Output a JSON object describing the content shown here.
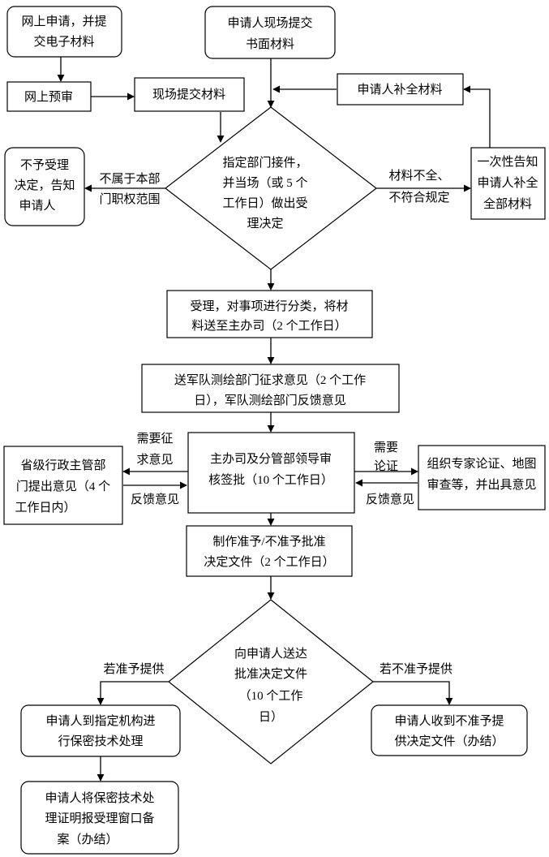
{
  "nodes": {
    "online_apply": [
      "网上申请，并提",
      "交电子材料"
    ],
    "onsite_written": [
      "申请人现场提交",
      "书面材料"
    ],
    "online_review": [
      "网上预审"
    ],
    "onsite_submit": [
      "现场提交材料"
    ],
    "supplement": [
      "申请人补全材料"
    ],
    "not_accepted": [
      "不予受理",
      "决定，告知",
      "申请人"
    ],
    "accept_decision": [
      "指定部门接件，",
      "并当场（或 5 个",
      "工作日）做出受",
      "理决定"
    ],
    "one_time_notice": [
      "一次性告知",
      "申请人补全",
      "全部材料"
    ],
    "classify": [
      "受理，对事项进行分类，将材",
      "料送至主办司（2 个工作日）"
    ],
    "military": [
      "送军队测绘部门征求意见（2 个工作",
      "日），军队测绘部门反馈意见"
    ],
    "approval": [
      "主办司及分管部领导审",
      "核签批（10 个工作日）"
    ],
    "province": [
      "省级行政主管部",
      "门提出意见（4 个",
      "工作日内）"
    ],
    "experts": [
      "组织专家论证、地图",
      "审查等，并出具意见"
    ],
    "decision_doc": [
      "制作准予/不准予批准",
      "决定文件（2 个工作日）"
    ],
    "deliver": [
      "向申请人送达",
      "批准决定文件",
      "（10 个工作",
      "日）"
    ],
    "security": [
      "申请人到指定机构进",
      "行保密技术处理"
    ],
    "refusal_received": [
      "申请人收到不准予提",
      "供决定文件（办结）"
    ],
    "record": [
      "申请人将保密技术处",
      "理证明报受理窗口备",
      "案（办结）"
    ]
  },
  "edge_labels": {
    "not_in_scope": [
      "不属于本部",
      "门职权范围"
    ],
    "incomplete": [
      "材料不全、",
      "不符合规定"
    ],
    "need_opinion": [
      "需要征",
      "求意见"
    ],
    "feedback_left": [
      "反馈意见"
    ],
    "need_review": [
      "需要",
      "论证"
    ],
    "feedback_right": [
      "反馈意见"
    ],
    "if_granted": [
      "若准予提供"
    ],
    "if_denied": [
      "若不准予提供"
    ]
  }
}
